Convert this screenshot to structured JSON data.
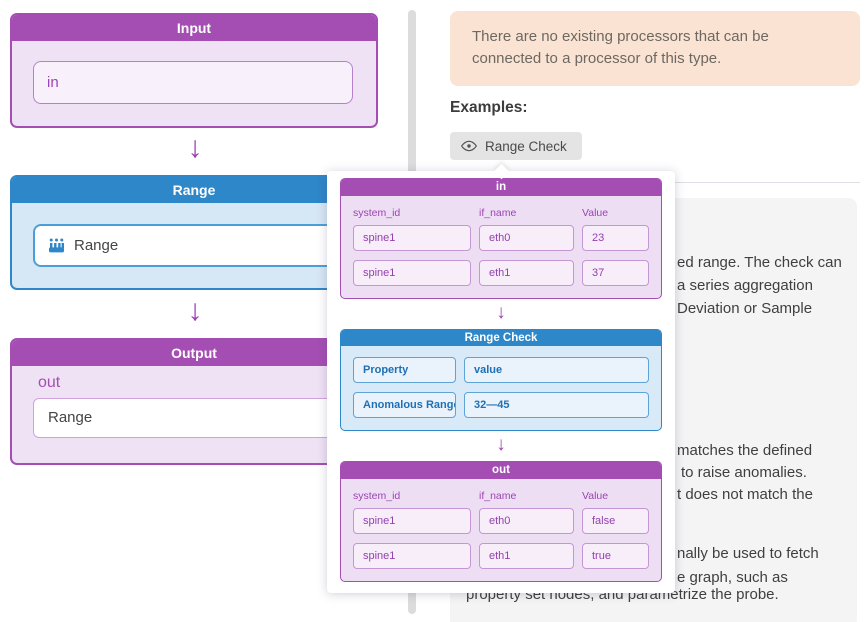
{
  "colors": {
    "accent_purple": "#a44eb4",
    "accent_blue": "#2d87c9",
    "alert_bg": "#fae3d3"
  },
  "flow": {
    "arrow_glyph": "↓",
    "input": {
      "title": "Input",
      "port": "in"
    },
    "range": {
      "title": "Range",
      "field": "Range"
    },
    "output": {
      "title": "Output",
      "port": "out",
      "field": "Range"
    }
  },
  "right": {
    "alert_text": "There are no existing processors that can be connected to a processor of this type.",
    "examples_heading": "Examples:",
    "example_button": "Range Check"
  },
  "description_fragments": {
    "f1": "ed range. The check can",
    "f2": "a series aggregation",
    "f3": "Deviation or Sample",
    "f4": "matches the defined",
    "f5": "to raise anomalies.",
    "f6": "t does not match the",
    "f7": "nally be used to fetch",
    "f8": "e graph, such as",
    "f9": "property set nodes, and parametrize the probe."
  },
  "popup": {
    "in_table": {
      "title": "in",
      "columns": [
        "system_id",
        "if_name",
        "Value"
      ],
      "rows": [
        [
          "spine1",
          "eth0",
          "23"
        ],
        [
          "spine1",
          "eth1",
          "37"
        ]
      ]
    },
    "range_check": {
      "title": "Range Check",
      "rows": [
        [
          "Property",
          "value"
        ],
        [
          "Anomalous Range",
          "32—45"
        ]
      ]
    },
    "out_table": {
      "title": "out",
      "columns": [
        "system_id",
        "if_name",
        "Value"
      ],
      "rows": [
        [
          "spine1",
          "eth0",
          "false"
        ],
        [
          "spine1",
          "eth1",
          "true"
        ]
      ]
    }
  }
}
